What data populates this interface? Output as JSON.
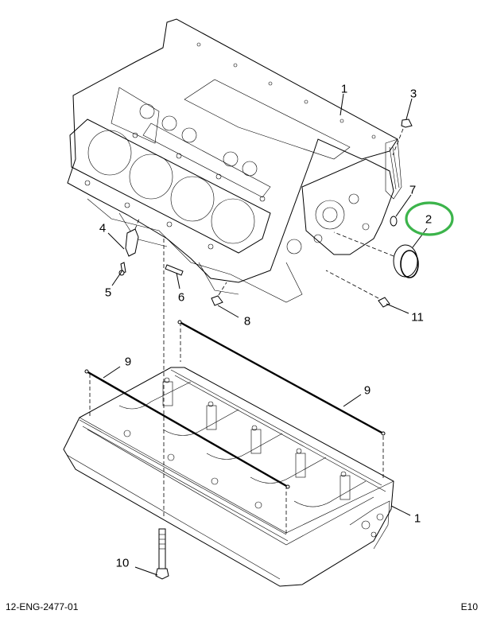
{
  "diagram": {
    "drawing_number": "12-ENG-2477-01",
    "page_ref": "E10",
    "highlight": {
      "callout": "2",
      "color": "#3cb44b"
    },
    "callouts": [
      {
        "id": "c1-upper",
        "label": "1",
        "part": "upper-block"
      },
      {
        "id": "c3",
        "label": "3",
        "part": "plug"
      },
      {
        "id": "c7",
        "label": "7",
        "part": "o-ring"
      },
      {
        "id": "c2",
        "label": "2",
        "part": "seal-ring"
      },
      {
        "id": "c4",
        "label": "4",
        "part": "sensor"
      },
      {
        "id": "c5",
        "label": "5",
        "part": "bolt"
      },
      {
        "id": "c6",
        "label": "6",
        "part": "dowel-pin"
      },
      {
        "id": "c8",
        "label": "8",
        "part": "sleeve"
      },
      {
        "id": "c11",
        "label": "11",
        "part": "plug"
      },
      {
        "id": "c9-left",
        "label": "9",
        "part": "gasket-strip"
      },
      {
        "id": "c9-right",
        "label": "9",
        "part": "gasket-strip"
      },
      {
        "id": "c1-lower",
        "label": "1",
        "part": "lower-block"
      },
      {
        "id": "c10",
        "label": "10",
        "part": "bolt"
      }
    ]
  }
}
